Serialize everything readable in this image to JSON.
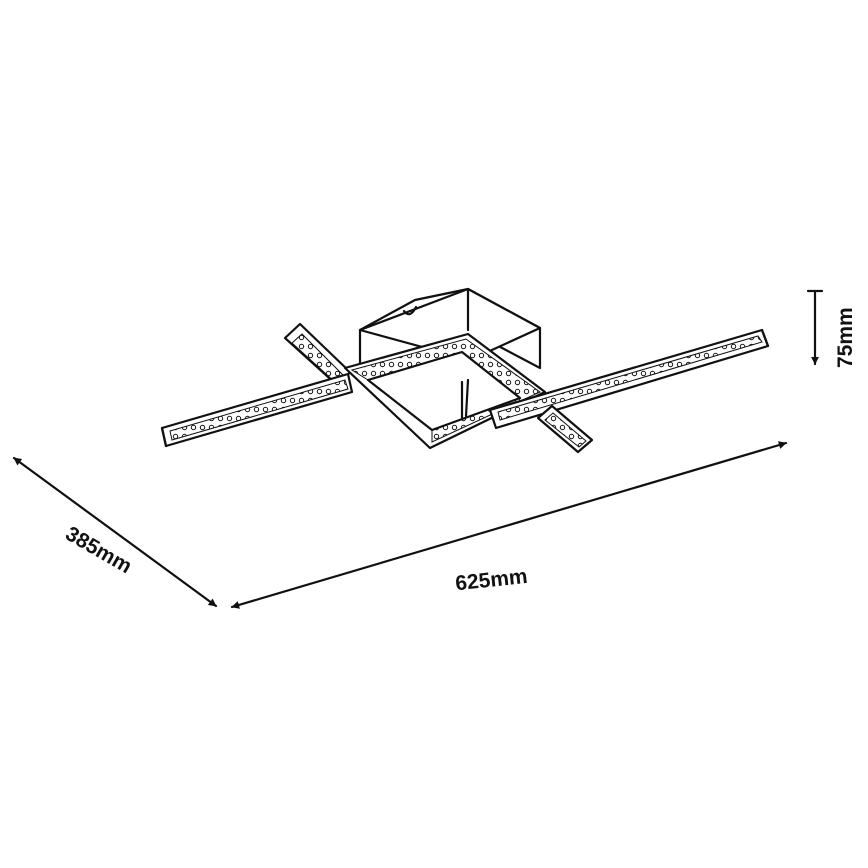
{
  "dimensions": {
    "width": "625mm",
    "depth": "385mm",
    "height": "75mm"
  },
  "colors": {
    "line": "#111111",
    "background": "#ffffff"
  }
}
